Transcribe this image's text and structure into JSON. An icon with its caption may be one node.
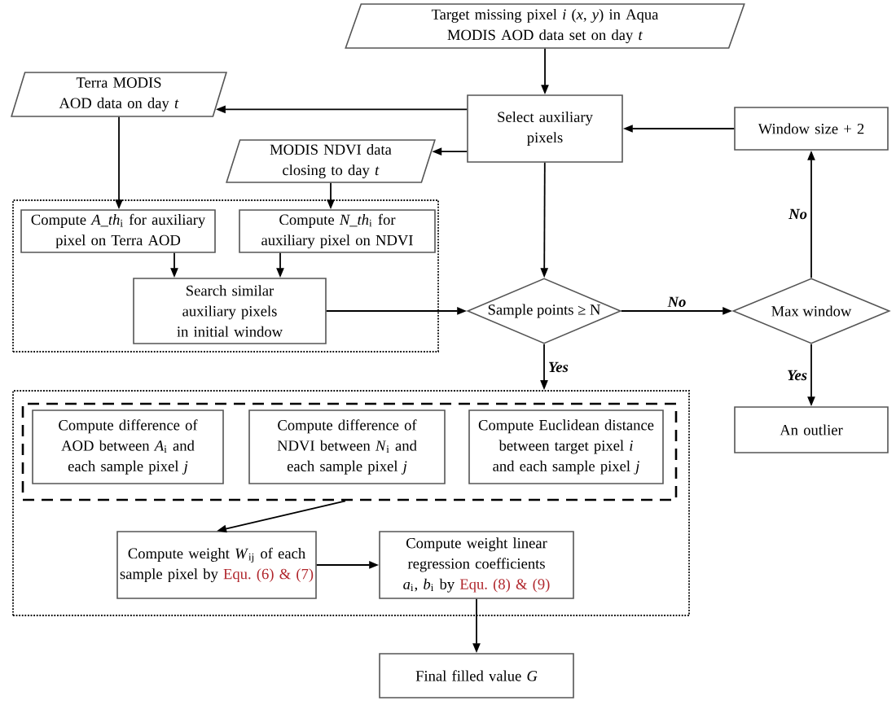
{
  "diagram": {
    "nodes": [
      {
        "text": [
          "Target missing pixel *i* (*x*, *y*) in Aqua MODIS AOD data set on day *t*"
        ]
      },
      {
        "text": [
          "Terra MODIS AOD data on day *t*"
        ]
      },
      {
        "text": [
          "Select auxiliary pixels"
        ]
      },
      {
        "text": [
          "Window size + 2"
        ]
      },
      {
        "text": [
          "MODIS NDVI data closing to day *t*"
        ]
      },
      {
        "text": [],
        "shape": "box"
      },
      {
        "text": [
          "Compute *A_th*$_{i}$ for auxiliary pixel on Terra AOD"
        ],
        "in": 5
      },
      {
        "text": [
          "Compute *N_th*$_{i}$ for auxiliary pixel on NDVI"
        ],
        "in": 5
      },
      {
        "text": [
          "Search similar auxiliary pixels in initial window"
        ],
        "in": 5
      },
      {
        "text": [
          "Sample points ≥ N"
        ]
      },
      {
        "text": [
          "Max window"
        ]
      },
      {
        "text": [
          "An outlier"
        ]
      },
      {
        "text": [],
        "shape": "box"
      },
      {
        "text": [],
        "shape": "box",
        "in": 12
      },
      {
        "text": [
          "Compute difference of AOD between *A*$_{i}$ and each sample pixel *j*"
        ],
        "in": 13
      },
      {
        "text": [
          "Compute difference of NDVI between *N*$_{i}$ and each sample pixel *j*"
        ],
        "in": 13
      },
      {
        "text": [
          "Compute Euclidean distance between target pixel *i* and each sample pixel *j*"
        ],
        "in": 13
      },
      {
        "text": [
          "Compute weight *W*$_{ij}$ of each sample pixel by",
          "Equ. (6) & (7)"
        ],
        "in": 12
      },
      {
        "text": [
          "Compute weight linear regression coefficients *a*$_{i}$, *b*$_{i}$ by",
          "Equ. (8) & (9)"
        ],
        "in": 12
      },
      {
        "text": [
          "Final filled value *G*"
        ]
      }
    ],
    "edges": [
      {
        "from": 0,
        "to": 2,
        "arrow": "to"
      },
      {
        "from": 2,
        "to": 1,
        "arrow": "to"
      },
      {
        "from": 2,
        "to": 4,
        "arrow": "to"
      },
      {
        "from": 1,
        "to": 6,
        "arrow": "to"
      },
      {
        "from": 4,
        "to": 7,
        "arrow": "to"
      },
      {
        "from": 6,
        "to": 8,
        "arrow": "to"
      },
      {
        "from": 7,
        "to": 8,
        "arrow": "to"
      },
      {
        "from": 8,
        "to": 9,
        "arrow": "to"
      },
      {
        "from": 2,
        "to": 9,
        "arrow": "to"
      },
      {
        "from": 9,
        "to": 10,
        "arrow": "to",
        "label": "No"
      },
      {
        "from": 10,
        "to": 3,
        "arrow": "to",
        "label": "No"
      },
      {
        "from": 3,
        "to": 2,
        "arrow": "to"
      },
      {
        "from": 10,
        "to": 11,
        "arrow": "to",
        "label": "Yes"
      },
      {
        "from": 9,
        "to": 12,
        "arrow": "to",
        "label": "Yes"
      },
      {
        "from": 13,
        "to": 17,
        "arrow": "to"
      },
      {
        "from": 17,
        "to": 18,
        "arrow": "to"
      },
      {
        "from": 18,
        "to": 19,
        "arrow": "to"
      }
    ]
  }
}
